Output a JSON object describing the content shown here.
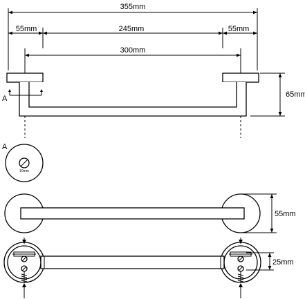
{
  "drawing": {
    "line_color": "#000000",
    "background": "#ffffff",
    "dimensions": {
      "overall_width": "355mm",
      "left_offset": "55mm",
      "inner_span": "245mm",
      "right_offset": "55mm",
      "bar_length": "300mm",
      "projection_height": "65mm",
      "base_diameter": "55mm",
      "mount_spacing": "25mm",
      "detail_hole": "10mm"
    },
    "section_marker": "A",
    "detail_label": "A"
  }
}
